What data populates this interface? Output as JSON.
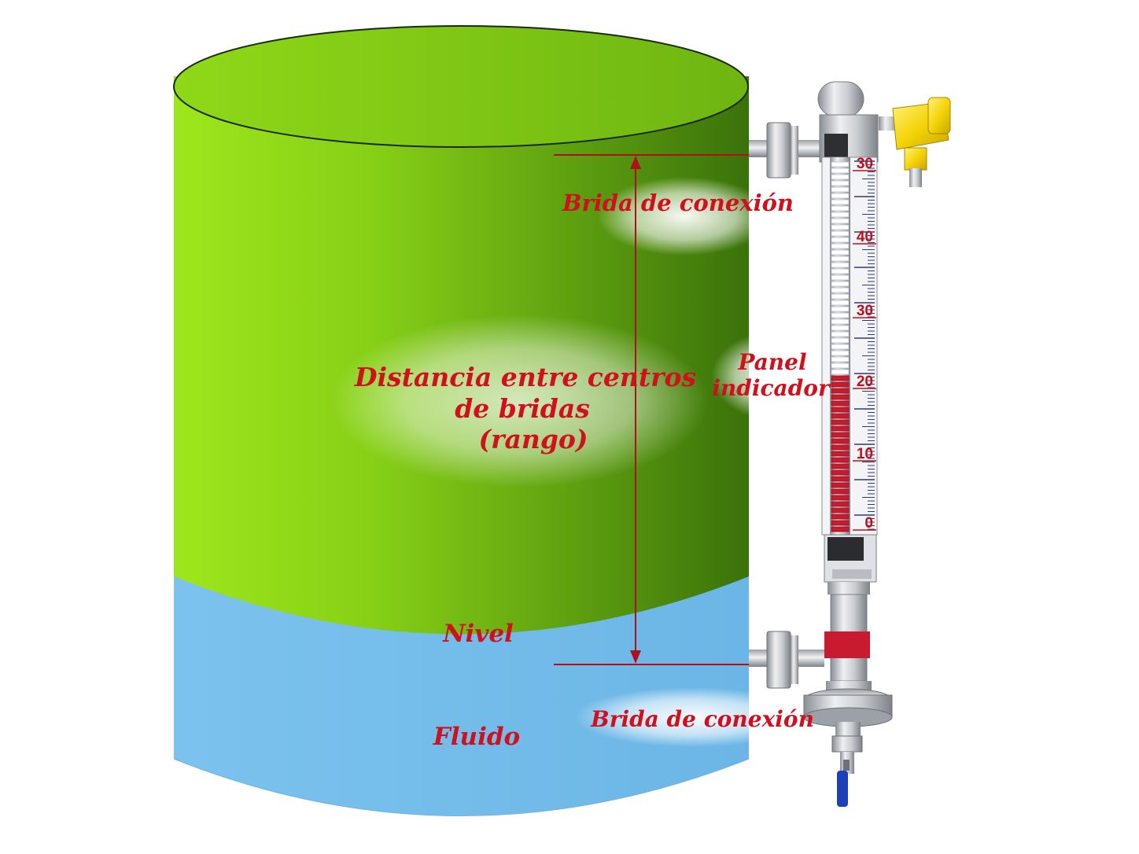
{
  "labels": {
    "top_flange": "Brida de conexión",
    "center_distance_line1": "Distancia entre centros",
    "center_distance_line2": "de bridas",
    "center_distance_line3": "(rango)",
    "indicator_line1": "Panel",
    "indicator_line2": "indicador",
    "level": "Nivel",
    "bottom_flange": "Brida de conexión",
    "fluid": "Fluido"
  },
  "gauge_scale": [
    "30",
    "40",
    "30",
    "20",
    "10",
    "0"
  ],
  "level_fraction": 0.43,
  "colors": {
    "tank_green_light": "#9be21a",
    "tank_green_dark": "#3f7d0a",
    "fluid_blue": "#74bdea",
    "label_red": "#d0101c",
    "indicator_red": "#c81b30",
    "junction_yellow": "#f5d40a"
  },
  "icons": [
    "junction-box-icon",
    "valve-handle-icon"
  ]
}
